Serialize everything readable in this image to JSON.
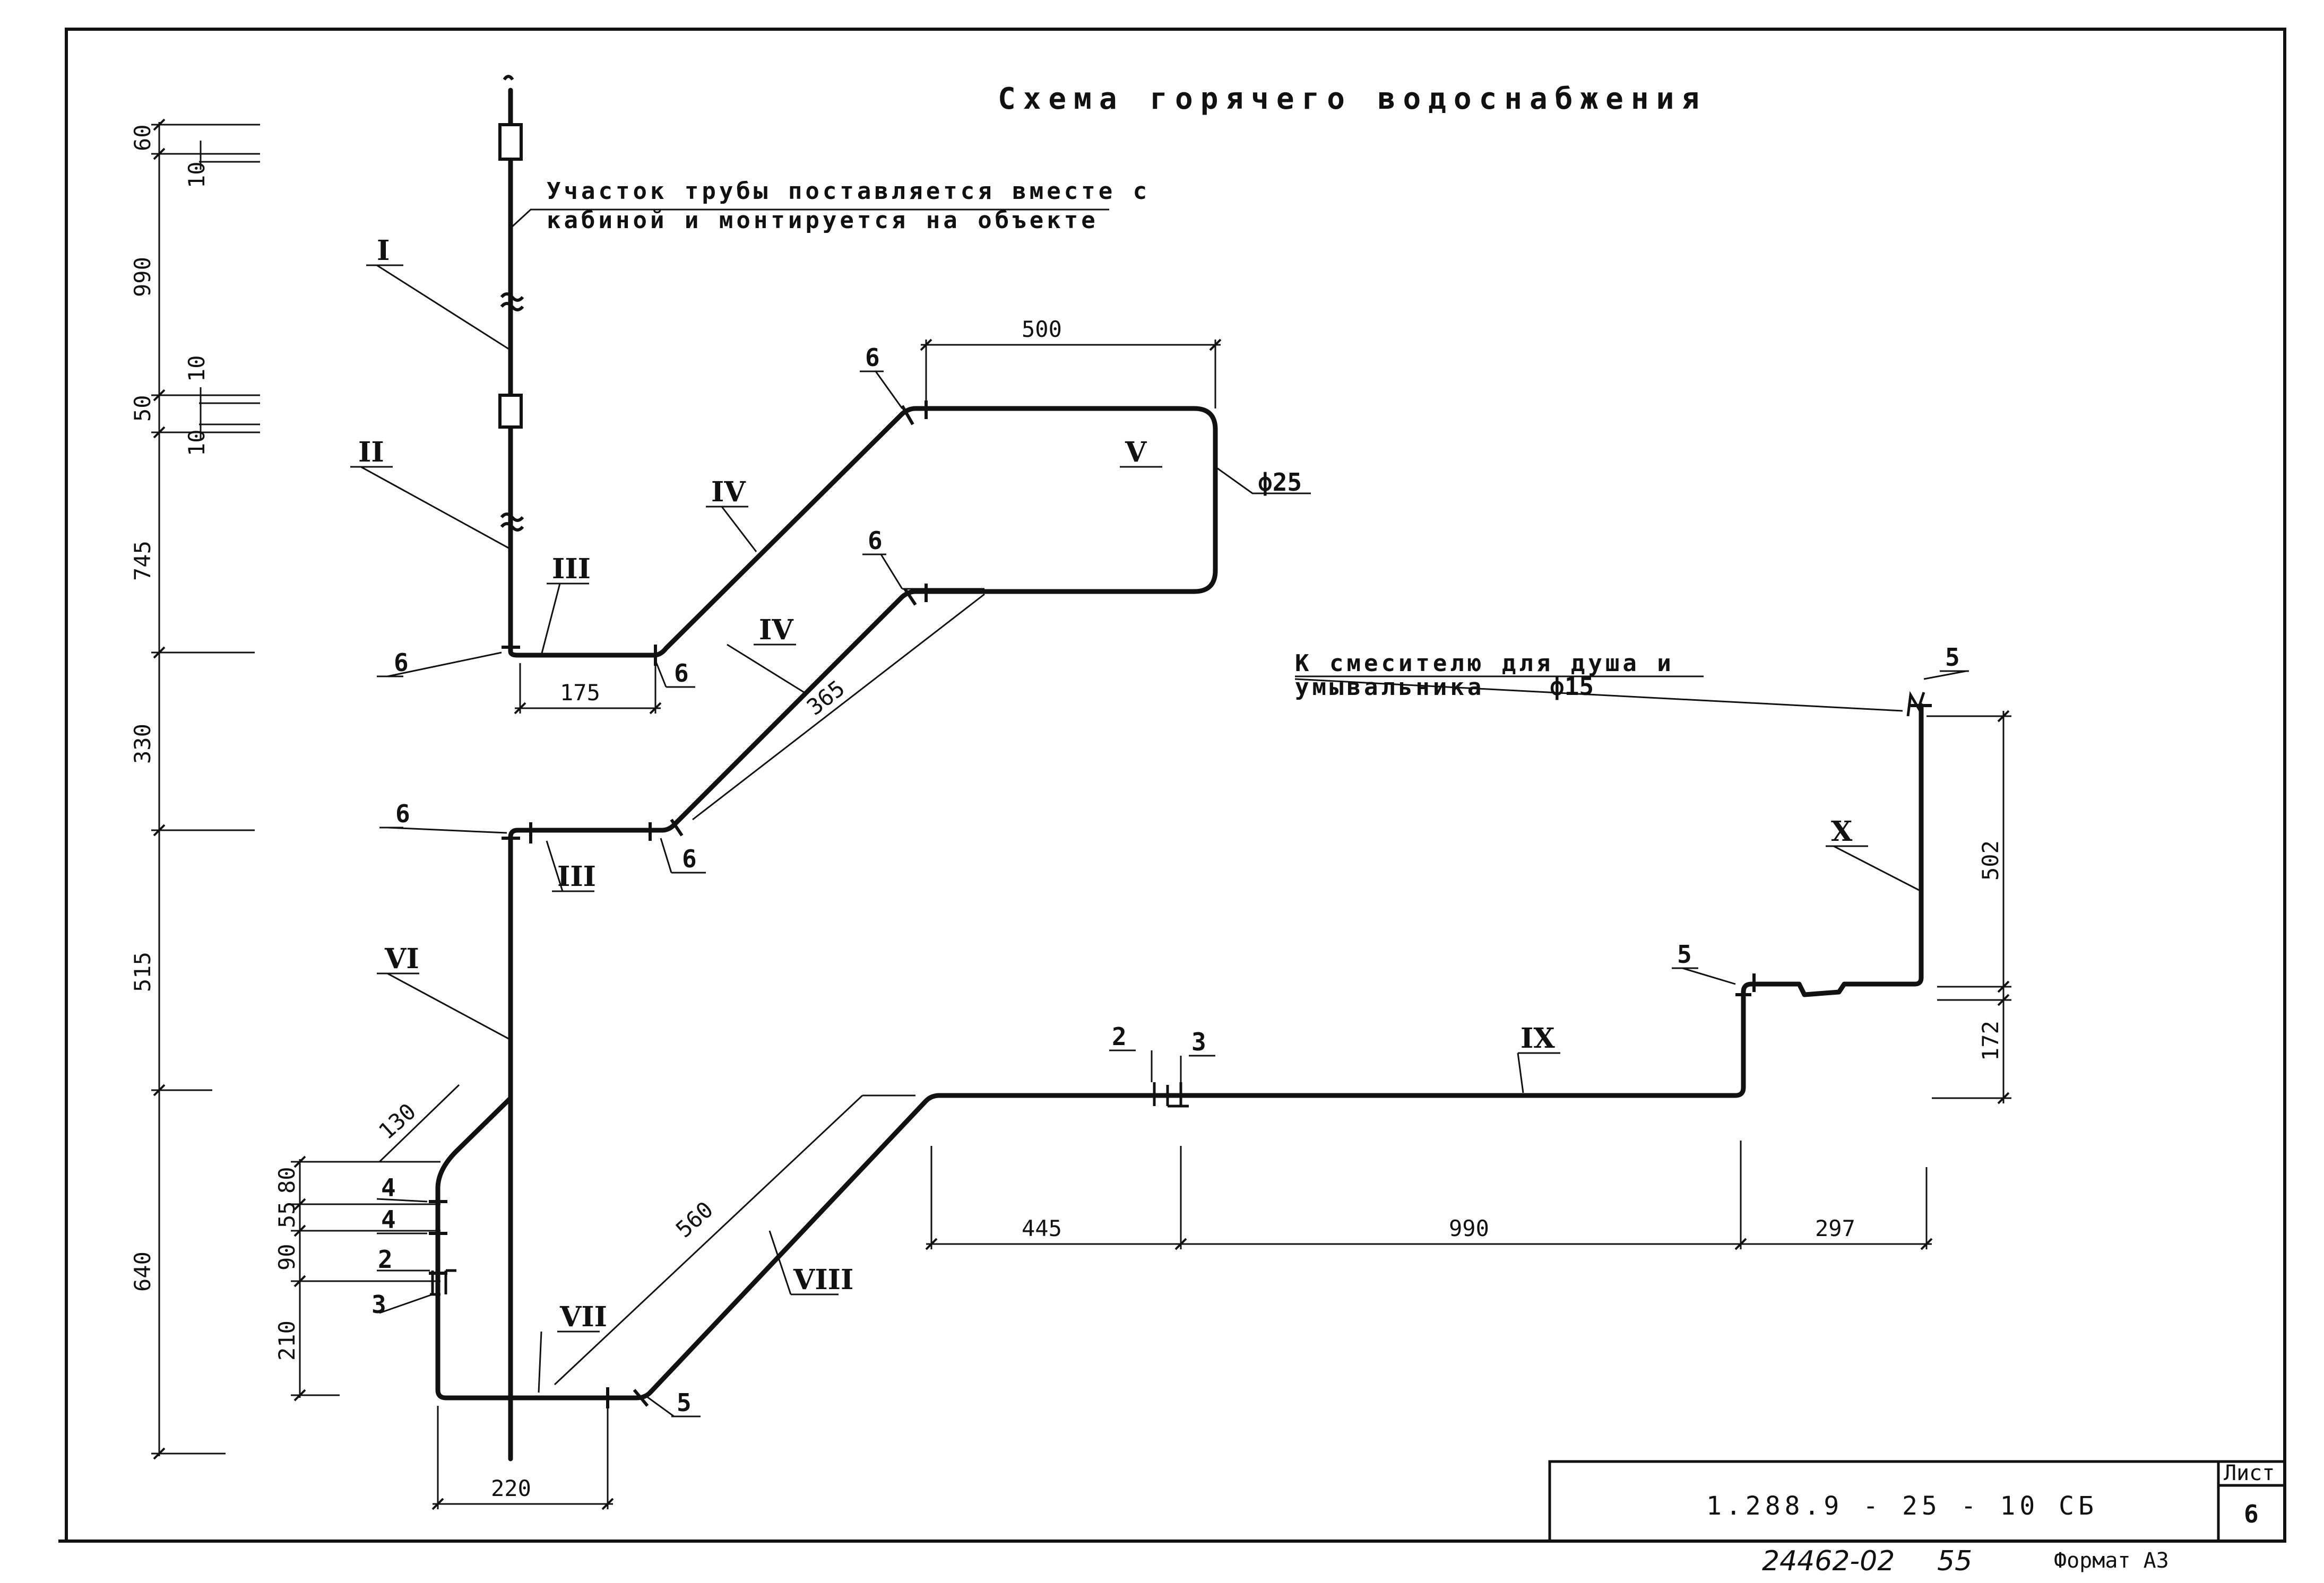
{
  "title": "Схема горячего водоснабжения",
  "notes": {
    "pipe_line1": "Участок трубы поставляется вместе с",
    "pipe_line2": "кабиной и монтируется на объекте",
    "mixer_line1": "К смесителю для душа и",
    "mixer_line2": "умывальника",
    "mixer_diam": "ф15",
    "main_diam": "ф25"
  },
  "romans": {
    "r1": "I",
    "r2": "II",
    "r3a": "III",
    "r3b": "III",
    "r4a": "IV",
    "r4b": "IV",
    "r5": "V",
    "r6": "VI",
    "r7": "VII",
    "r8": "VIII",
    "r9": "IX",
    "r10": "X"
  },
  "positions": {
    "p6a": "6",
    "p6b": "6",
    "p6c": "6",
    "p6d": "6",
    "p6e": "6",
    "p6f": "6",
    "p5a": "5",
    "p5b": "5",
    "p5c": "5",
    "p2a": "2",
    "p3a": "3",
    "p2b": "2",
    "p3b": "3",
    "p4a": "4",
    "p4b": "4"
  },
  "dims": {
    "left_60": "60",
    "left_10a": "10",
    "left_990": "990",
    "left_10b": "10",
    "left_50": "50",
    "left_10c": "10",
    "left_745": "745",
    "left_330": "330",
    "left_515": "515",
    "left_640": "640",
    "d80": "80",
    "d55": "55",
    "d90": "90",
    "d210": "210",
    "d175": "175",
    "d500": "500",
    "d365": "365",
    "d130": "130",
    "d560": "560",
    "d220": "220",
    "d445": "445",
    "d990": "990",
    "d297": "297",
    "d502": "502",
    "d172": "172"
  },
  "stamp": {
    "code": "1.288.9 - 25 - 10  СБ",
    "sheet_label": "Лист",
    "sheet_no": "6",
    "inventory": "24462-02",
    "inventory_suffix": "55",
    "format": "Формат А3"
  }
}
